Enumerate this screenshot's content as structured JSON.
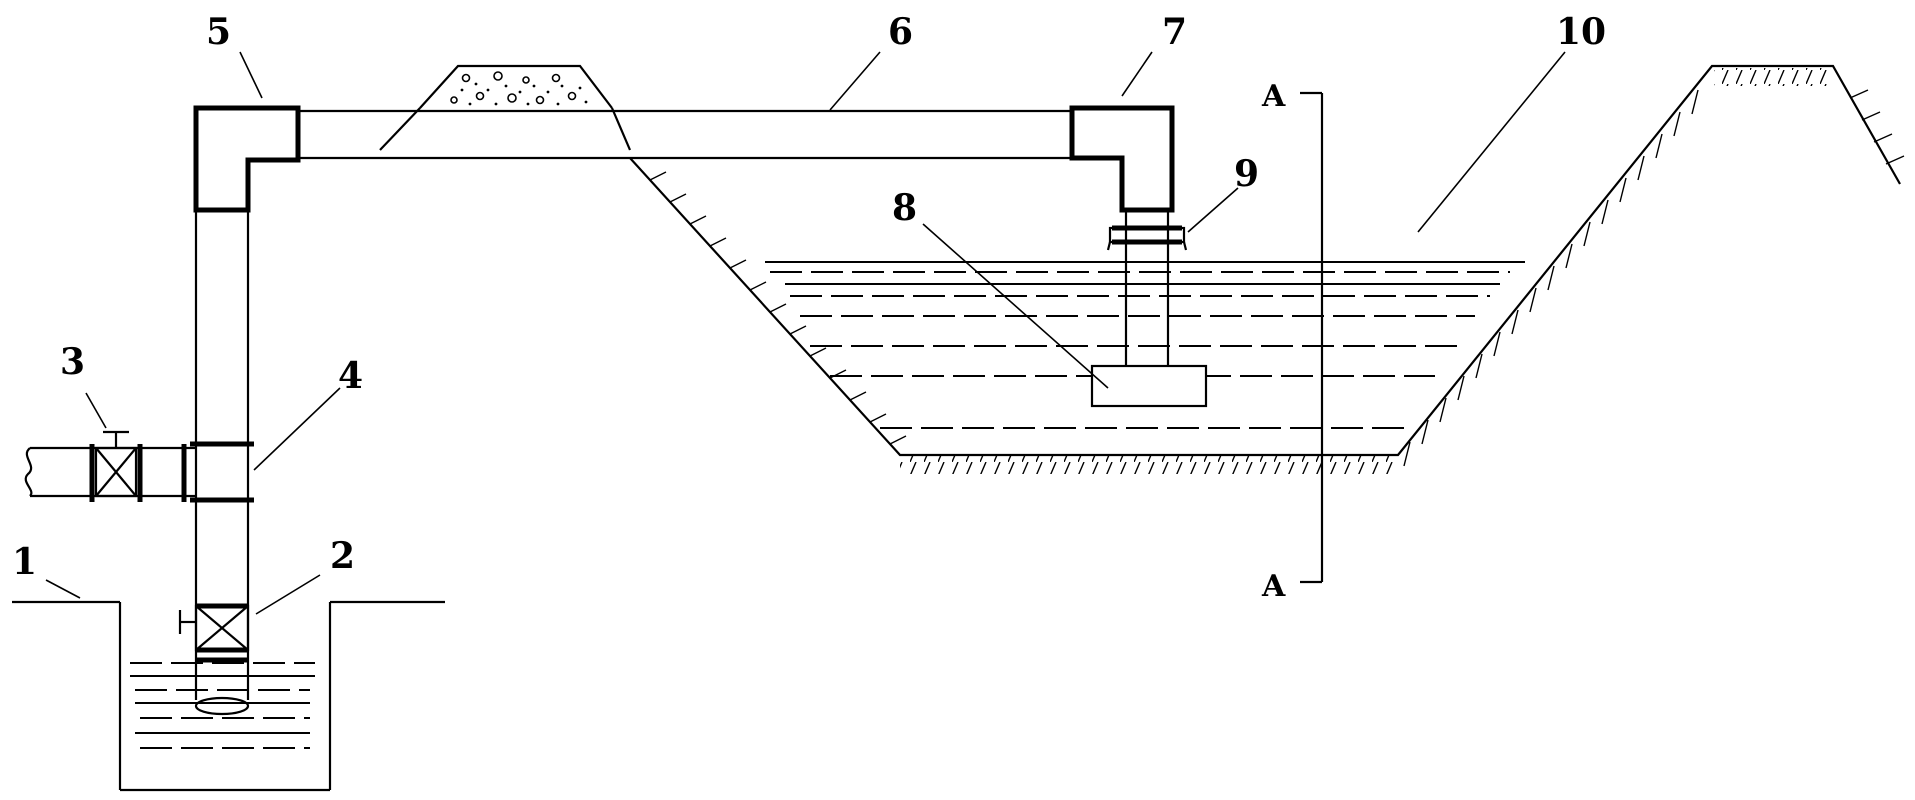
{
  "labels": {
    "l1": "1",
    "l2": "2",
    "l3": "3",
    "l4": "4",
    "l5": "5",
    "l6": "6",
    "l7": "7",
    "l8": "8",
    "l9": "9",
    "l10": "10",
    "section_top": "A",
    "section_bottom": "A"
  }
}
